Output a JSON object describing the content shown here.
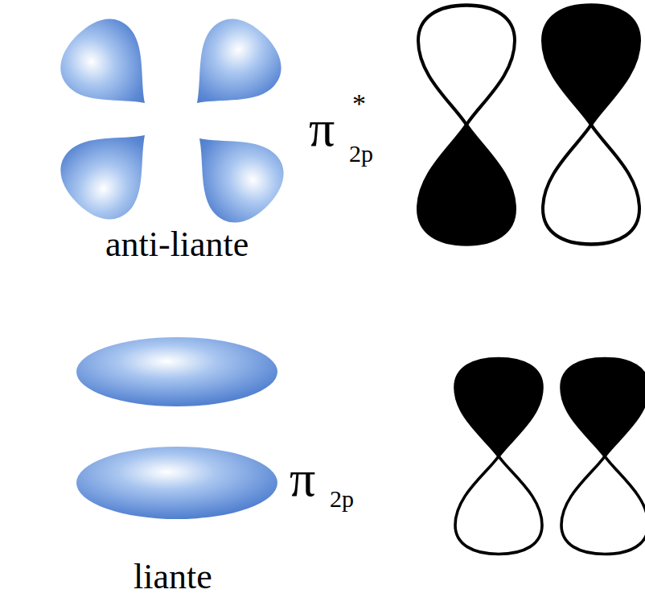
{
  "diagram": {
    "labels": [
      "π",
      "*",
      "2p",
      "anti-liante",
      "π",
      "2p",
      "liante"
    ]
  }
}
